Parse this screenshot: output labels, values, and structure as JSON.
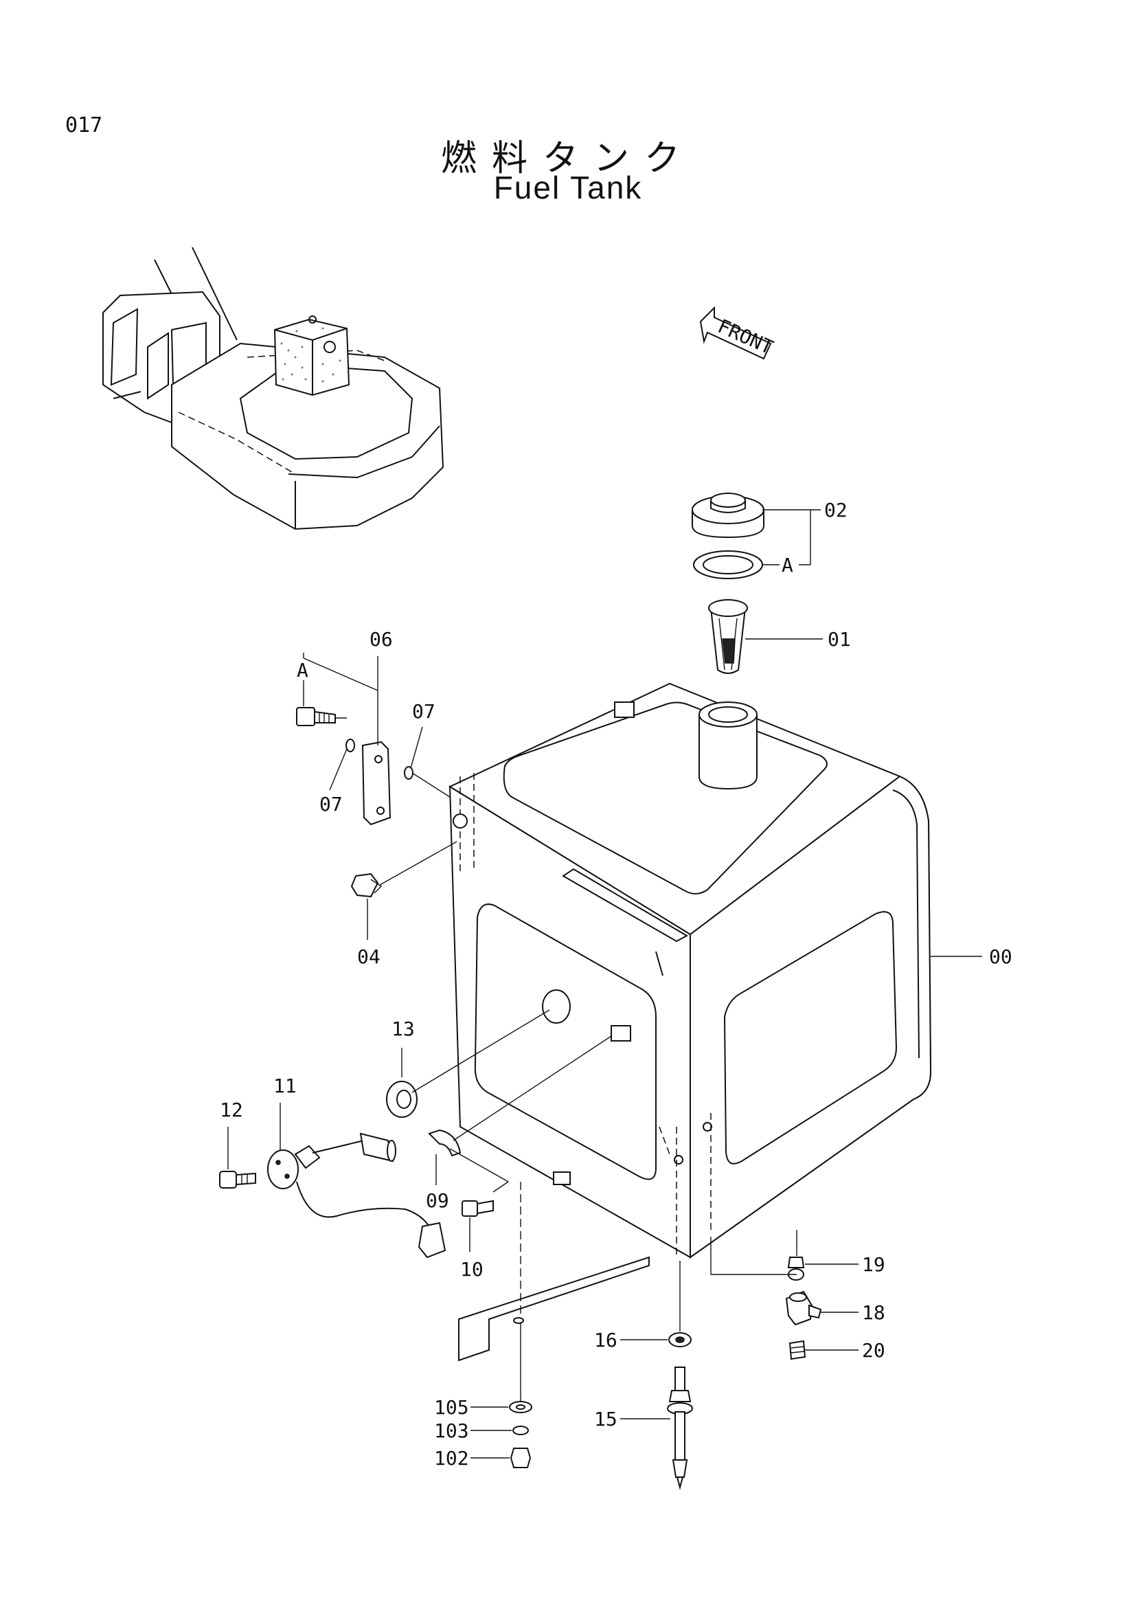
{
  "page_number": "017",
  "title_jp": "燃料タンク",
  "title_en": "Fuel Tank",
  "front_label": "FRONT",
  "callouts": {
    "c00": "00",
    "c01": "01",
    "c02": "02",
    "cA1": "A",
    "cA2": "A",
    "c04": "04",
    "c06": "06",
    "c07a": "07",
    "c07b": "07",
    "c09": "09",
    "c10": "10",
    "c11": "11",
    "c12": "12",
    "c13": "13",
    "c15": "15",
    "c16": "16",
    "c18": "18",
    "c19": "19",
    "c20": "20",
    "c102": "102",
    "c103": "103",
    "c105": "105"
  }
}
